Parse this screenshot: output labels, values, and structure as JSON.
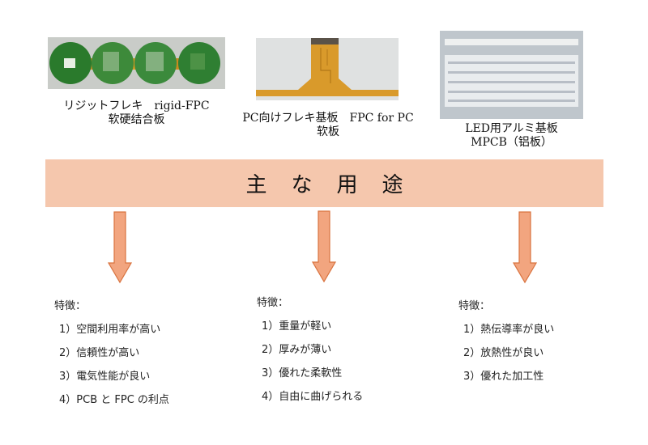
{
  "products": [
    {
      "caption_line1": "リジットフレキ　rigid-FPC",
      "caption_line2": "软硬结合板",
      "photo_desc": "rigid-flex-pcb-photo"
    },
    {
      "caption_line1": "PC向けフレキ基板　FPC for PC",
      "caption_line2": "软板",
      "photo_desc": "fpc-photo"
    },
    {
      "caption_line1": "LED用アルミ基板",
      "caption_line2": "MPCB（铝板）",
      "photo_desc": "aluminum-pcb-photo"
    }
  ],
  "banner": {
    "title": "主な用途",
    "color": "#f5c7ad"
  },
  "arrow_color": "#f2a57f",
  "arrow_border": "#d9733f",
  "features": [
    {
      "heading": "特徴：",
      "items": [
        "1）空間利用率が高い",
        "2）信頼性が高い",
        "3）電気性能が良い",
        "4）PCB と FPC の利点"
      ]
    },
    {
      "heading": "特徴：",
      "items": [
        "1）重量が軽い",
        "2）厚みが薄い",
        "3）優れた柔軟性",
        "4）自由に曲げられる"
      ]
    },
    {
      "heading": "特徴：",
      "items": [
        "1）熱伝導率が良い",
        "2）放熱性が良い",
        "3）優れた加工性"
      ]
    }
  ]
}
